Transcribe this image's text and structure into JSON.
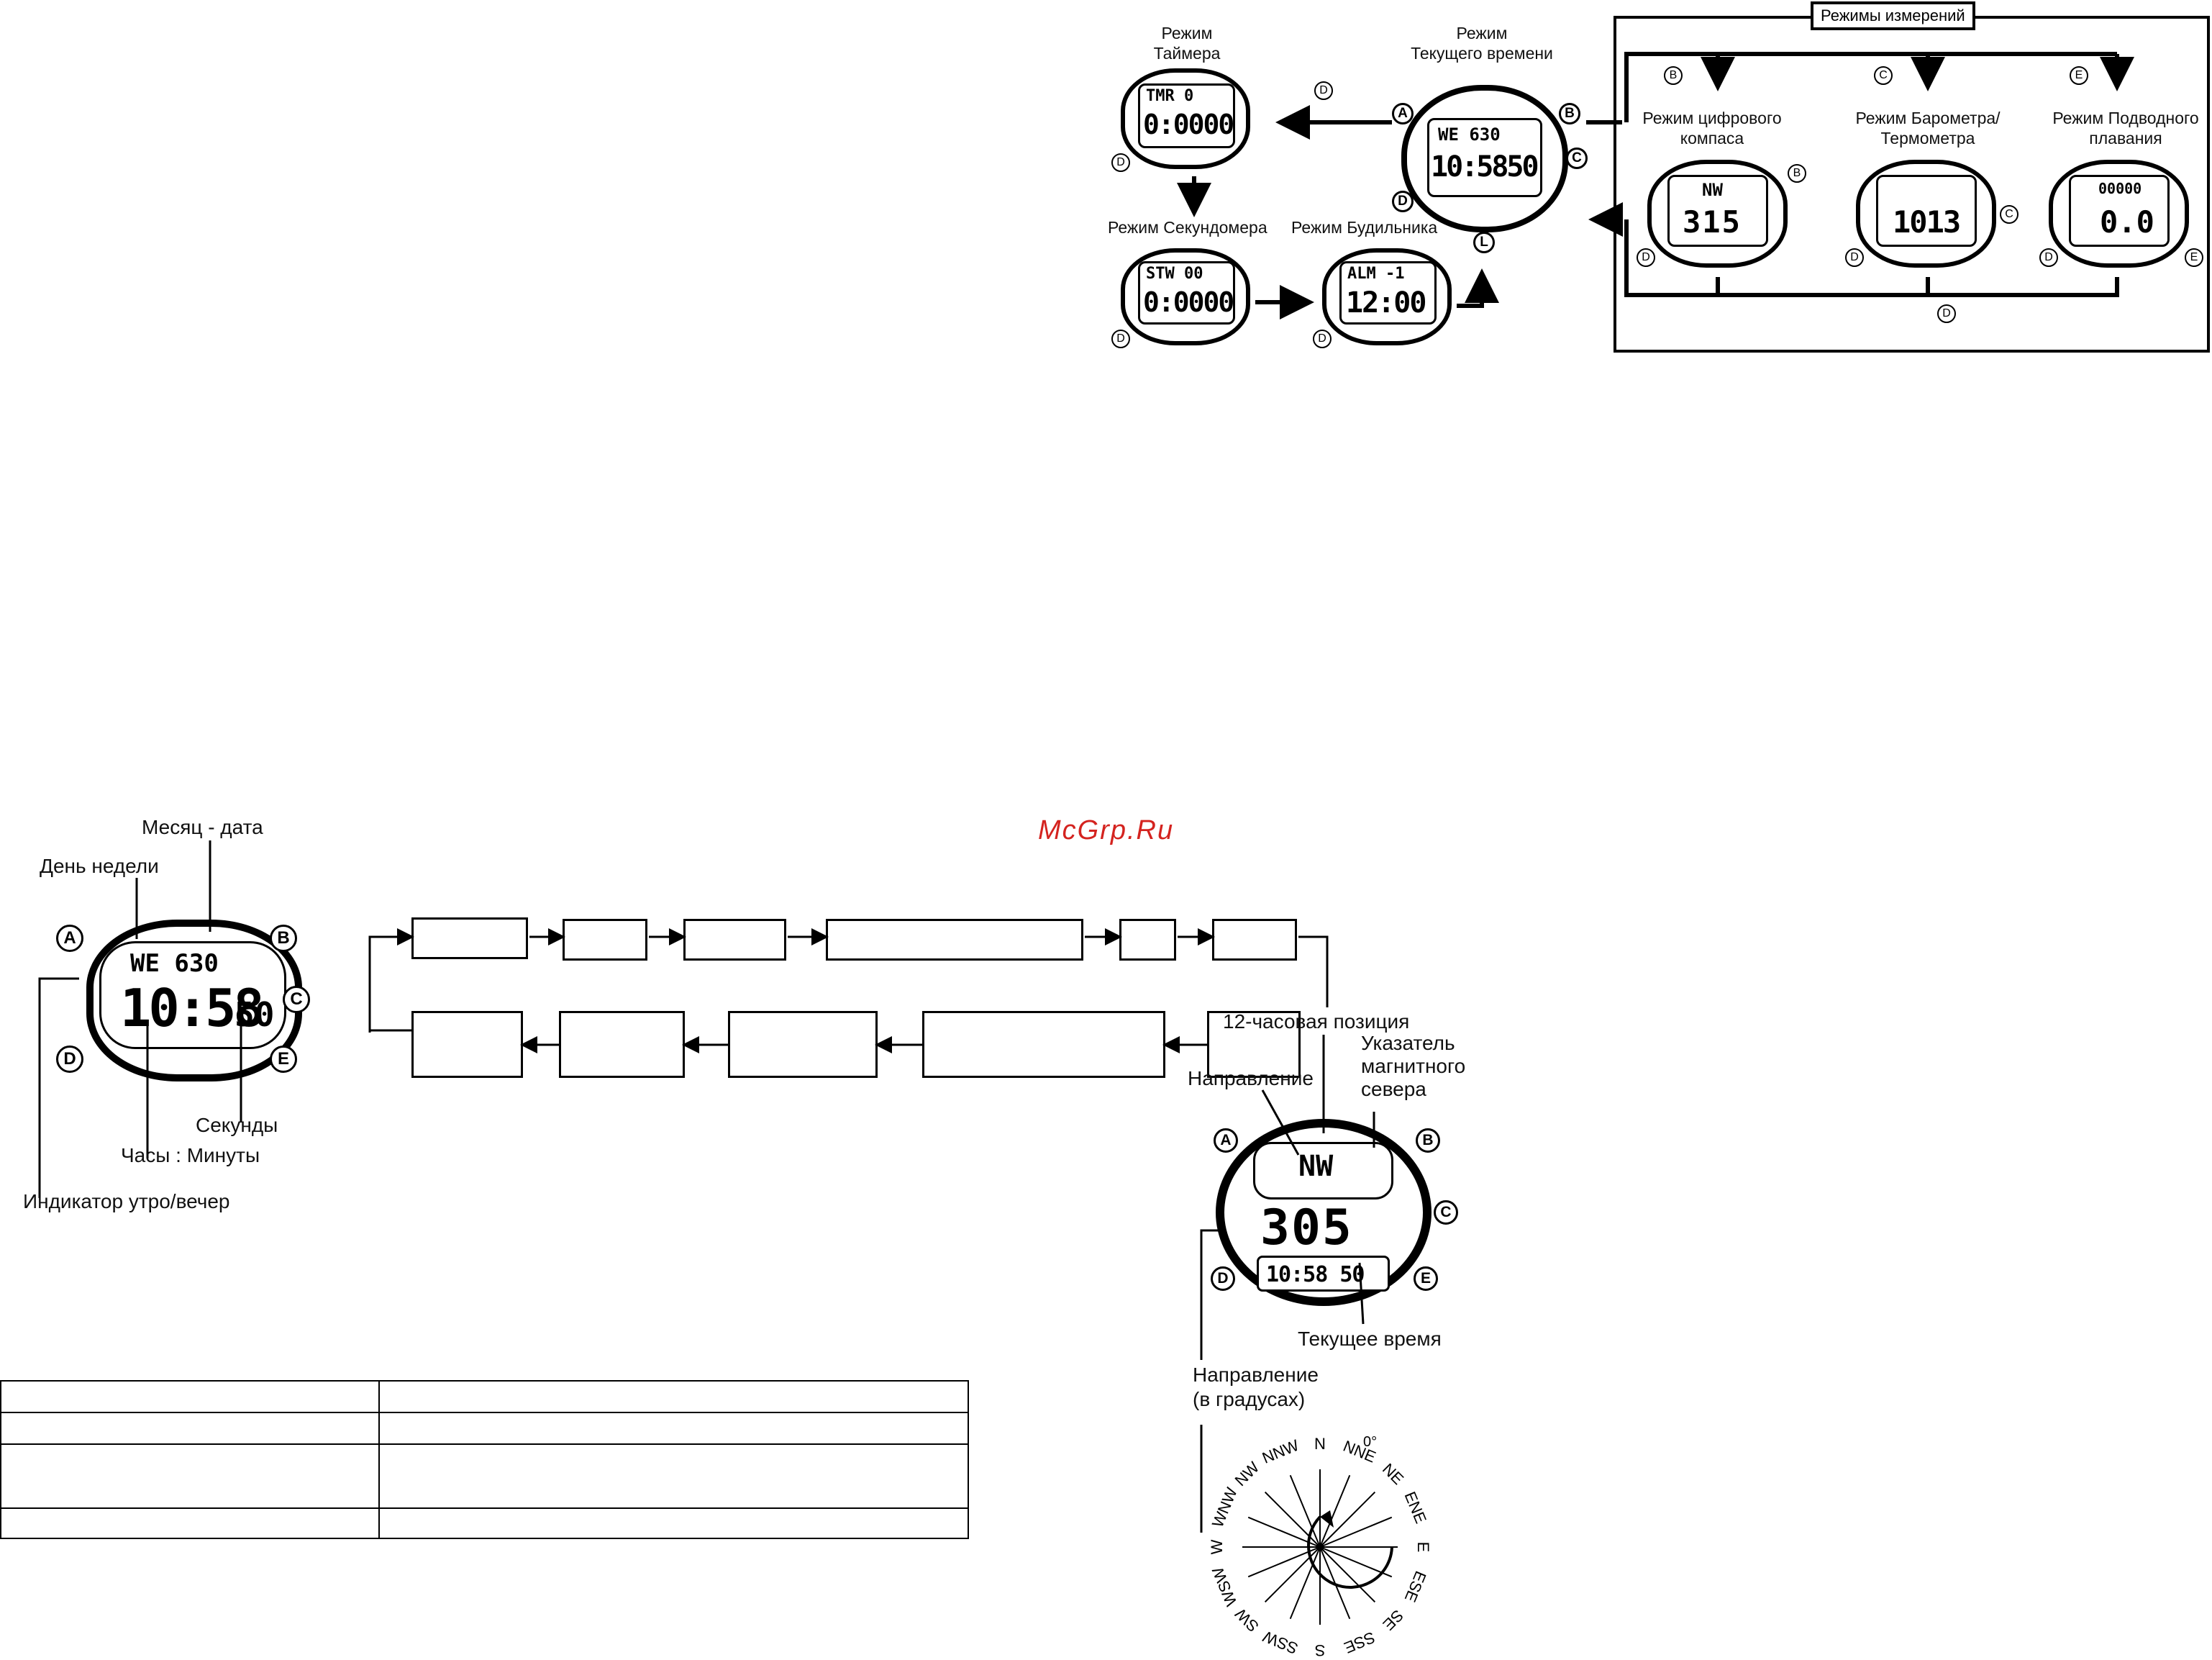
{
  "watermark": "McGrp.Ru",
  "modes": {
    "timer": "Режим\nТаймера",
    "current_time": "Режим\nТекущего времени",
    "stopwatch": "Режим Секундомера",
    "alarm": "Режим Будильника",
    "measurement_title": "Режимы измерений",
    "compass": "Режим цифрового\nкомпаса",
    "barometer": "Режим Барометра/\nТермометра",
    "diving": "Режим Подводного\nплавания"
  },
  "buttons": {
    "a": "A",
    "b": "B",
    "c": "C",
    "d": "D",
    "e": "E",
    "l": "L"
  },
  "lcd": {
    "timer_top": "TMR  0",
    "timer_main": "0:0000",
    "current_top": "WE 630",
    "current_main": "10:5850",
    "stopwatch_top": "STW 00",
    "stopwatch_main": "0:0000",
    "alarm_top": "ALM -1",
    "alarm_main": "12:00",
    "compass_top": "NW",
    "compass_main": "315",
    "baro_main": "1013",
    "diving_top": "00000",
    "diving_main": "0.0"
  },
  "watch_labels": {
    "month_date": "Месяц - дата",
    "weekday": "День недели",
    "seconds": "Секунды",
    "hours_minutes": "Часы : Минуты",
    "am_pm": "Индикатор утро/вечер",
    "big_top": "WE  630",
    "big_time": "10:58",
    "big_sec": "50"
  },
  "compass_labels": {
    "twelve": "12-часовая позиция",
    "magnetic": "Указатель\nмагнитного\nсевера",
    "direction": "Направление",
    "current_time": "Текущее время",
    "degrees": "Направление\n(в градусах)",
    "lcd_dir": "NW",
    "lcd_deg": "305",
    "lcd_time": "10:58 50"
  },
  "rose": {
    "points": [
      "N",
      "NNE",
      "NE",
      "ENE",
      "E",
      "ESE",
      "SE",
      "SSE",
      "S",
      "SSW",
      "SW",
      "WSW",
      "W",
      "WNW",
      "NW",
      "NNW"
    ],
    "zero": "0°"
  },
  "table": {
    "rows": [
      [
        "",
        ""
      ],
      [
        "",
        ""
      ],
      [
        "",
        ""
      ],
      [
        "",
        ""
      ]
    ]
  }
}
